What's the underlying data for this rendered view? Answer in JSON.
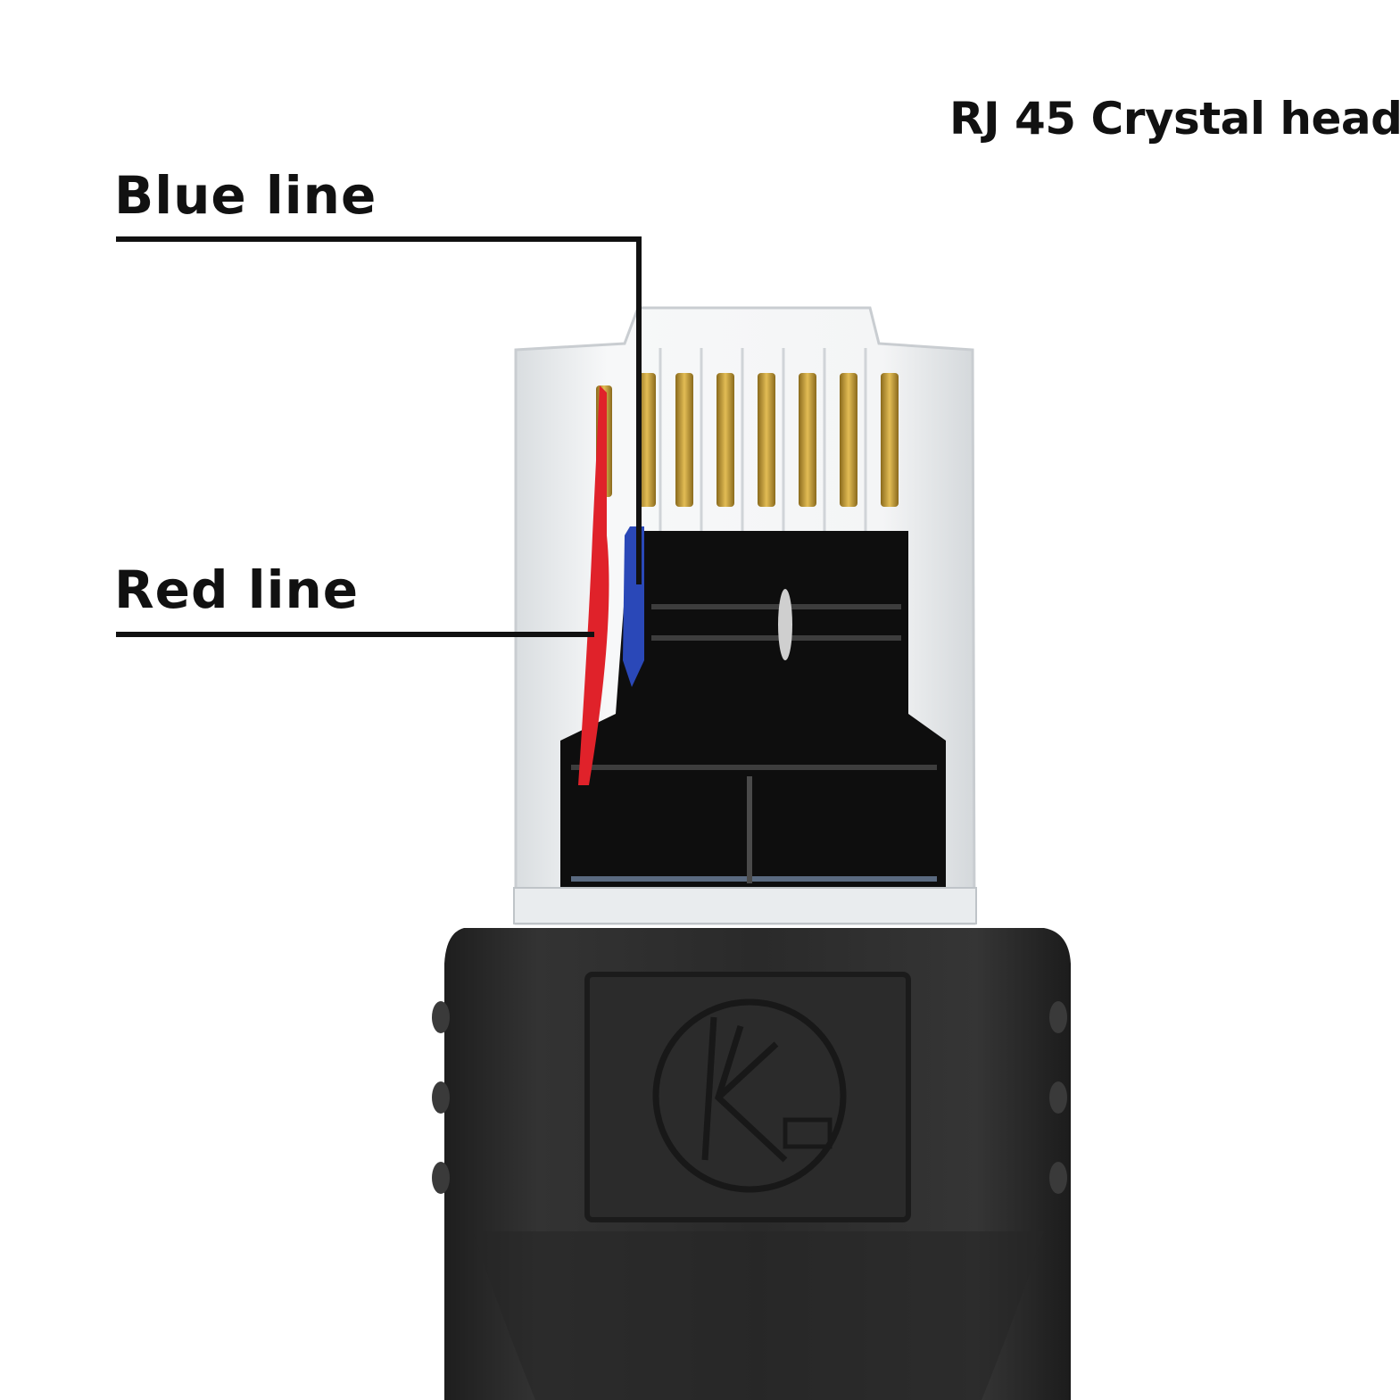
{
  "labels": {
    "title": "RJ 45 Crystal head",
    "blue_line": "Blue line",
    "red_line": "Red line"
  },
  "colors": {
    "background": "#ffffff",
    "label_text": "#111111",
    "leader_line": "#111111",
    "boot": "#2d2d2d",
    "boot_edge": "#1f1f1f",
    "plug_clear": "#eef1f3",
    "contacts_gold": "#c9a13a",
    "wire_red": "#e0222a",
    "wire_blue": "#2a48b8",
    "inner_black": "#0e0e0e"
  },
  "icons": {
    "logo": "k-circle-logo-icon"
  }
}
